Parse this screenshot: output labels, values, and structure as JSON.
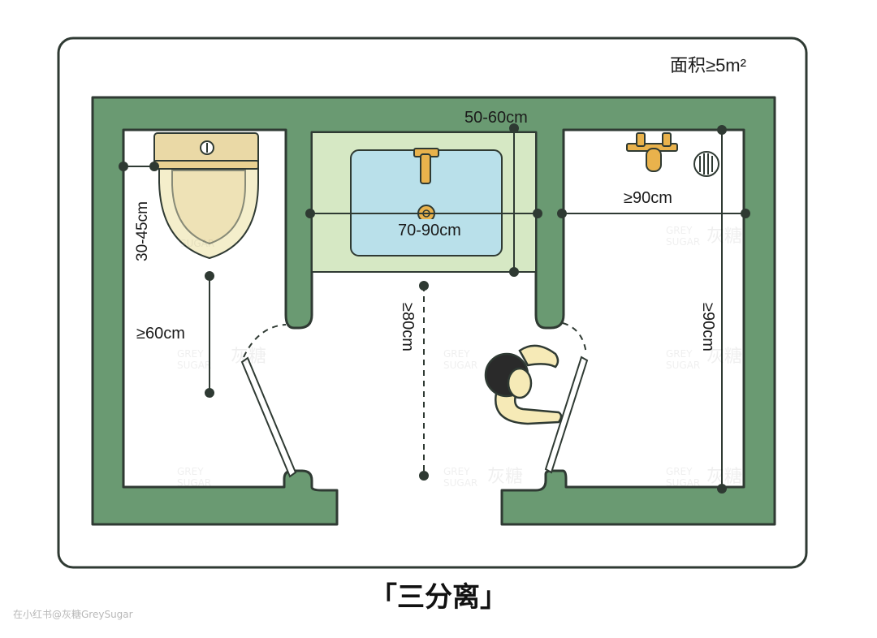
{
  "area_label": "面积≥5m²",
  "dimensions": {
    "basin_depth": "50-60cm",
    "basin_width": "70-90cm",
    "shower_width": "≥90cm",
    "shower_length": "≥90cm",
    "toilet_side_clearance": "30-45cm",
    "toilet_front_clearance": "≥60cm",
    "aisle_length": "≥80cm"
  },
  "caption": "「三分离」",
  "credit": "在小红书@灰糖GreySugar",
  "watermark": {
    "en1": "GREY",
    "en2": "SUGAR",
    "cn": "灰糖"
  },
  "colors": {
    "wall": "#6a9a72",
    "wall_stroke": "#2f3a33",
    "basin_counter": "#d6e8c4",
    "basin": "#b9e0ea",
    "toilet_tank": "#ead9a6",
    "toilet_seat": "#f4eecb",
    "faucet": "#e9b24c",
    "person_body": "#f6eab7",
    "person_hair": "#2a2a2a"
  }
}
